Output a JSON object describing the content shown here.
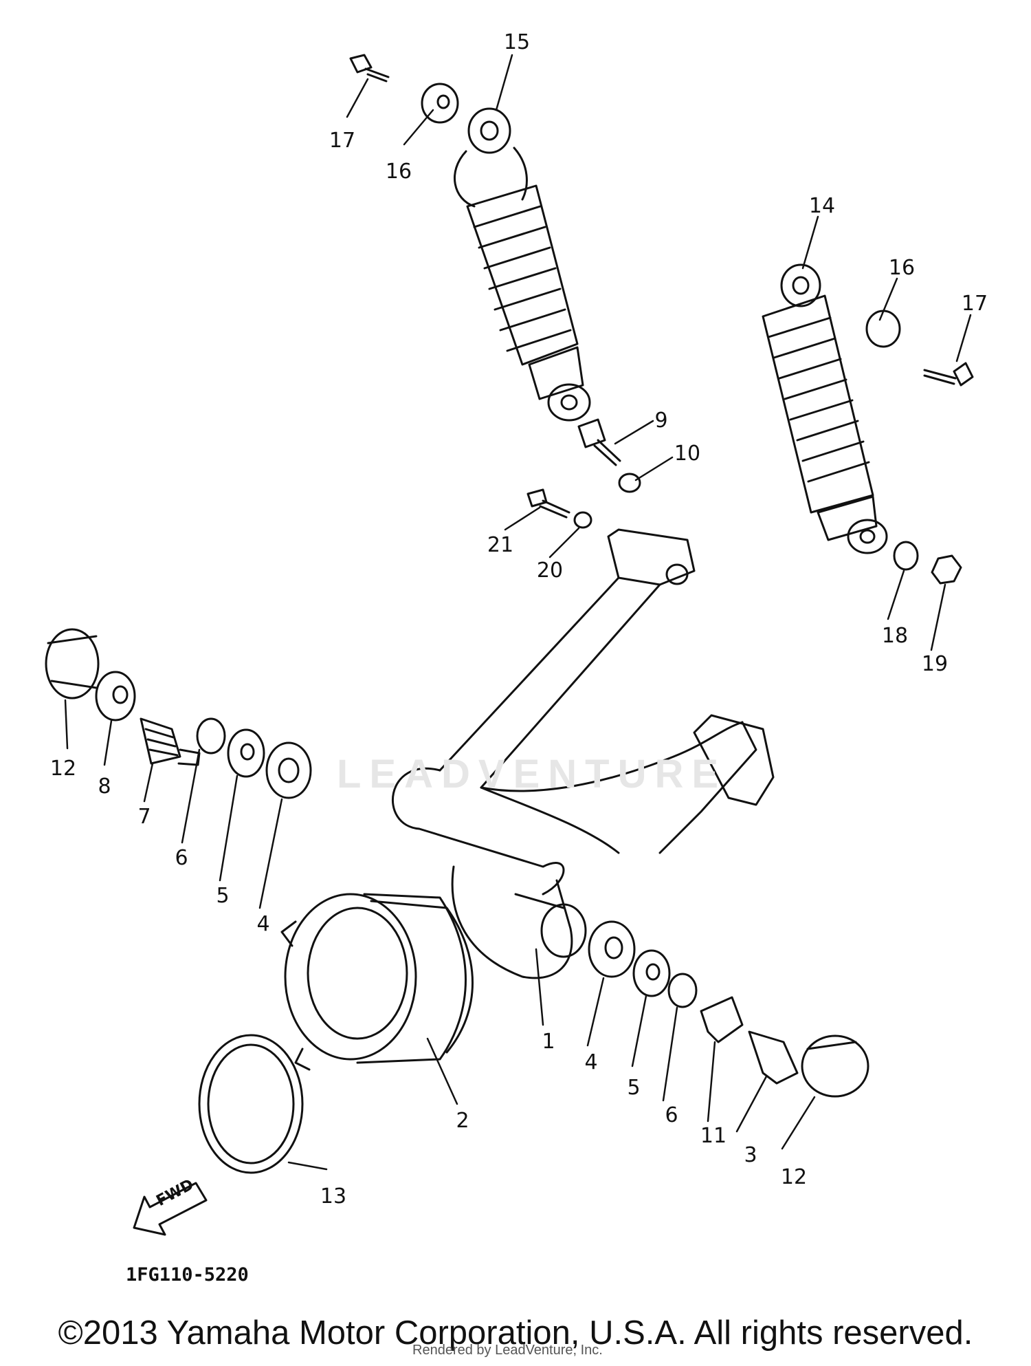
{
  "diagram": {
    "watermark": "LEADVENTURE",
    "drawing_code": "1FG110-5220",
    "fwd_label": "FWD",
    "copyright": "©2013 Yamaha Motor Corporation, U.S.A. All rights reserved.",
    "render_credit": "Rendered by LeadVenture, Inc.",
    "callouts": [
      "15",
      "17",
      "16",
      "14",
      "16",
      "17",
      "9",
      "10",
      "21",
      "20",
      "18",
      "19",
      "12",
      "8",
      "7",
      "6",
      "5",
      "4",
      "1",
      "4",
      "5",
      "6",
      "11",
      "3",
      "12",
      "2",
      "13"
    ],
    "colors": {
      "line": "#111111",
      "watermark": "#e6e6e6",
      "background": "#ffffff"
    }
  }
}
